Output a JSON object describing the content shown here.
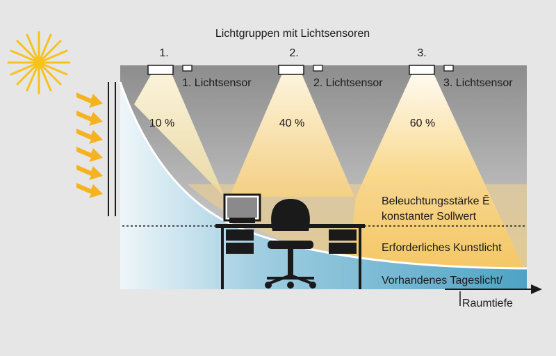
{
  "title": "Lichtgruppen mit Lichtsensoren",
  "groups": [
    {
      "number": "1.",
      "sensor_label": "1. Lichtsensor",
      "percent": "10 %"
    },
    {
      "number": "2.",
      "sensor_label": "2. Lichtsensor",
      "percent": "40 %"
    },
    {
      "number": "3.",
      "sensor_label": "3. Lichtsensor",
      "percent": "60 %"
    }
  ],
  "legend": {
    "setpoint_line1": "Beleuchtungsstärke Ē",
    "setpoint_line2": "konstanter Sollwert",
    "artificial": "Erforderliches Kunstlicht",
    "daylight": "Vorhandenes Tageslicht/",
    "axis": "Raumtiefe"
  },
  "colors": {
    "sun": "#f7c21c",
    "arrows": "#f5b321",
    "ceiling": "#8c8c8c",
    "artificial_light": "#f6cf78",
    "daylight": "#5aaac9",
    "furniture": "#1a1a1a"
  }
}
